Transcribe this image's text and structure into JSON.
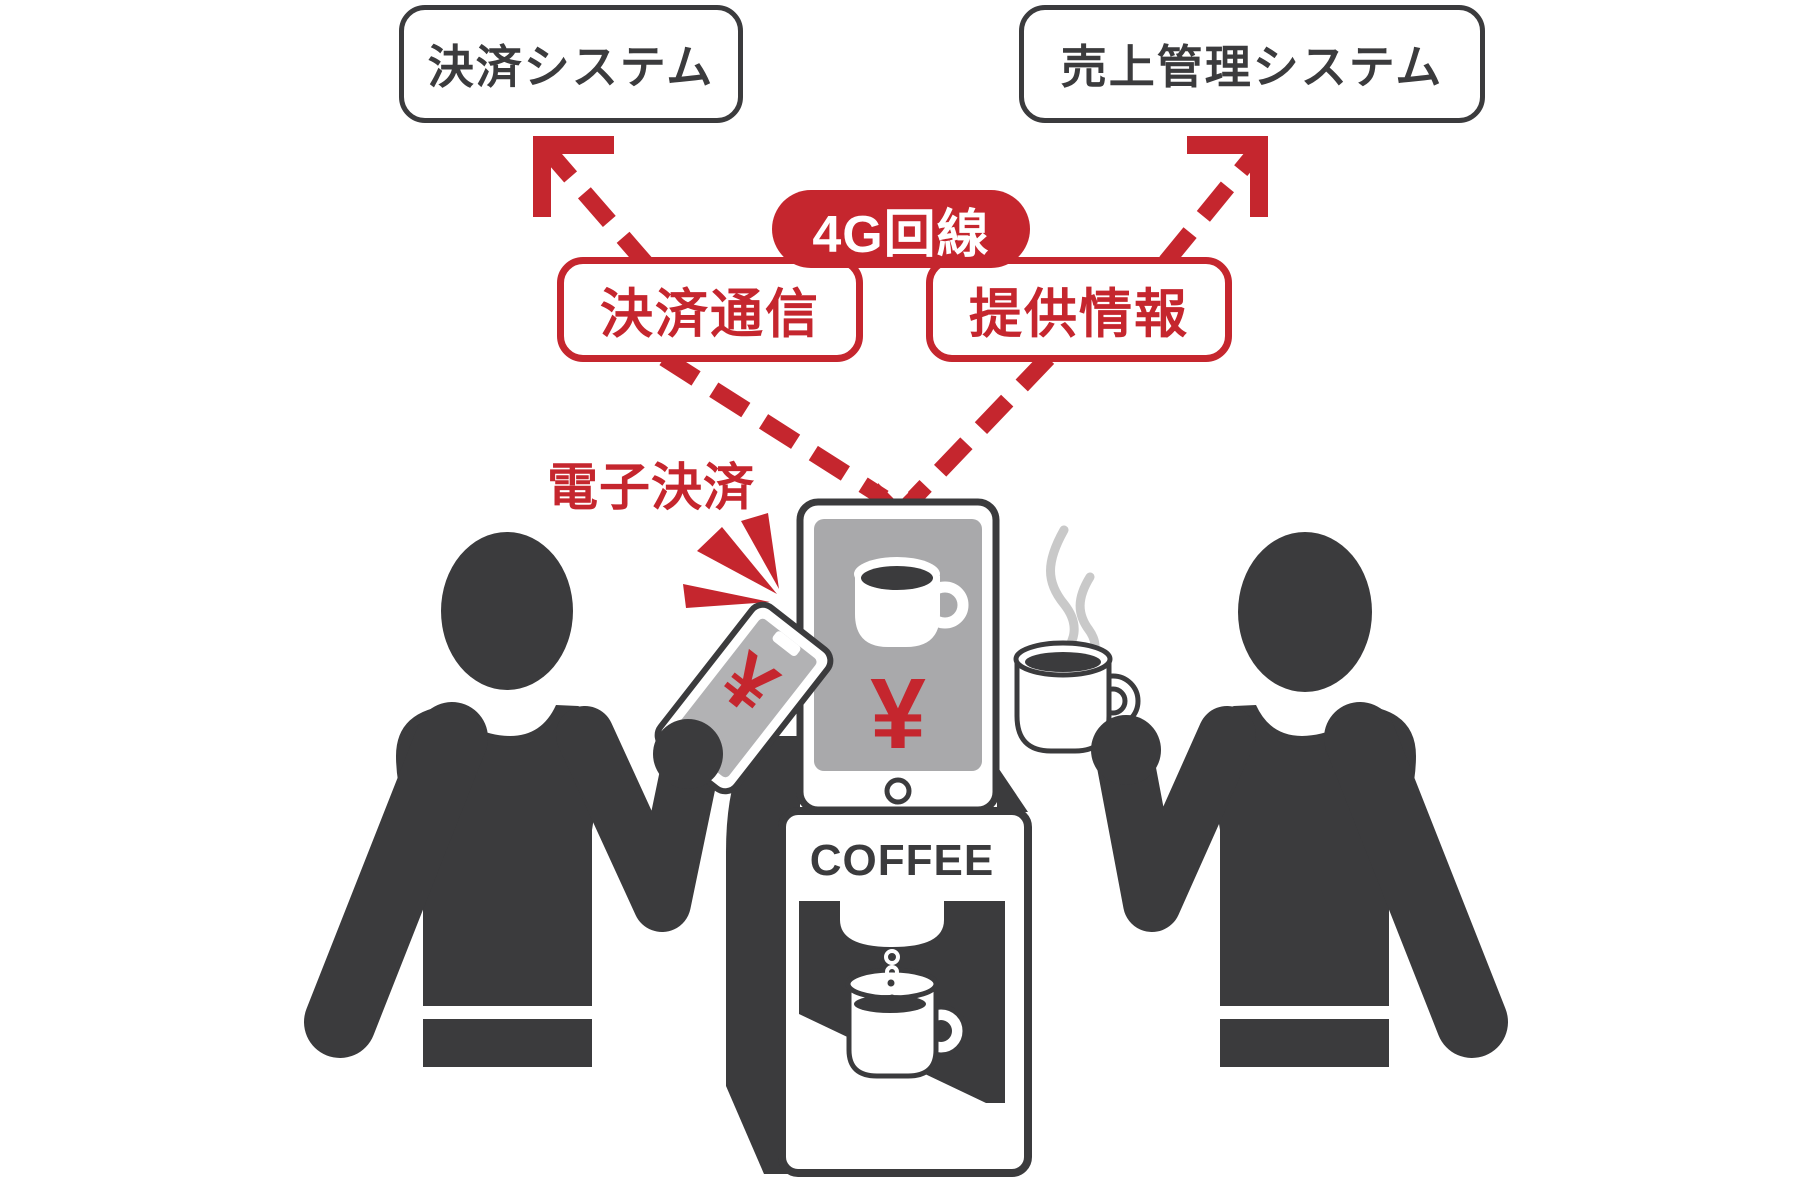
{
  "colors": {
    "red": "#C5262E",
    "dark": "#3B3B3D",
    "tablet_screen_gray": "#A9A9AB",
    "phone_screen_gray": "#B2B2B4",
    "steam_gray": "#C9C9C9",
    "background": "#FFFFFF"
  },
  "top_boxes": {
    "payment_system": "決済システム",
    "sales_system": "売上管理システム"
  },
  "network": {
    "badge": "4G回線",
    "payment_channel": "決済通信",
    "info_channel": "提供情報"
  },
  "labels": {
    "e_payment": "電子決済",
    "machine_name": "COFFEE",
    "tablet_yen": "¥",
    "phone_yen": "¥"
  }
}
